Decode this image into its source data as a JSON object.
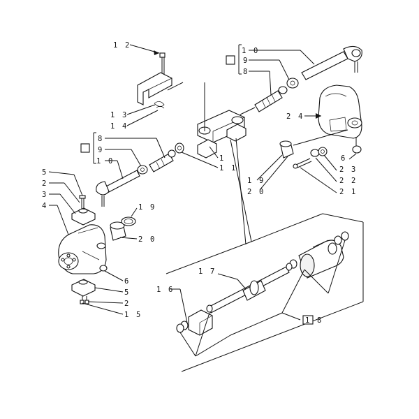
{
  "callouts": {
    "c12": "1 2",
    "c10a": "1 0",
    "c9a": "9",
    "c8a": "8",
    "c13": "1 3",
    "c14": "1 4",
    "c24": "2 4",
    "c8b": "8",
    "c9b": "9",
    "c10b": "1 0",
    "c1": "1",
    "c11": "1 1",
    "c6a": "6",
    "c23": "2 3",
    "c19a": "1 9",
    "c22": "2 2",
    "c20a": "2 0",
    "c21": "2 1",
    "c5a": "5",
    "c2a": "2",
    "c3": "3",
    "c4": "4",
    "c19b": "1 9",
    "c20b": "2 0",
    "c6b": "6",
    "c5b": "5",
    "c2b": "2",
    "c15": "1 5",
    "c17": "1 7",
    "c16": "1 6",
    "c18": "1 8"
  }
}
